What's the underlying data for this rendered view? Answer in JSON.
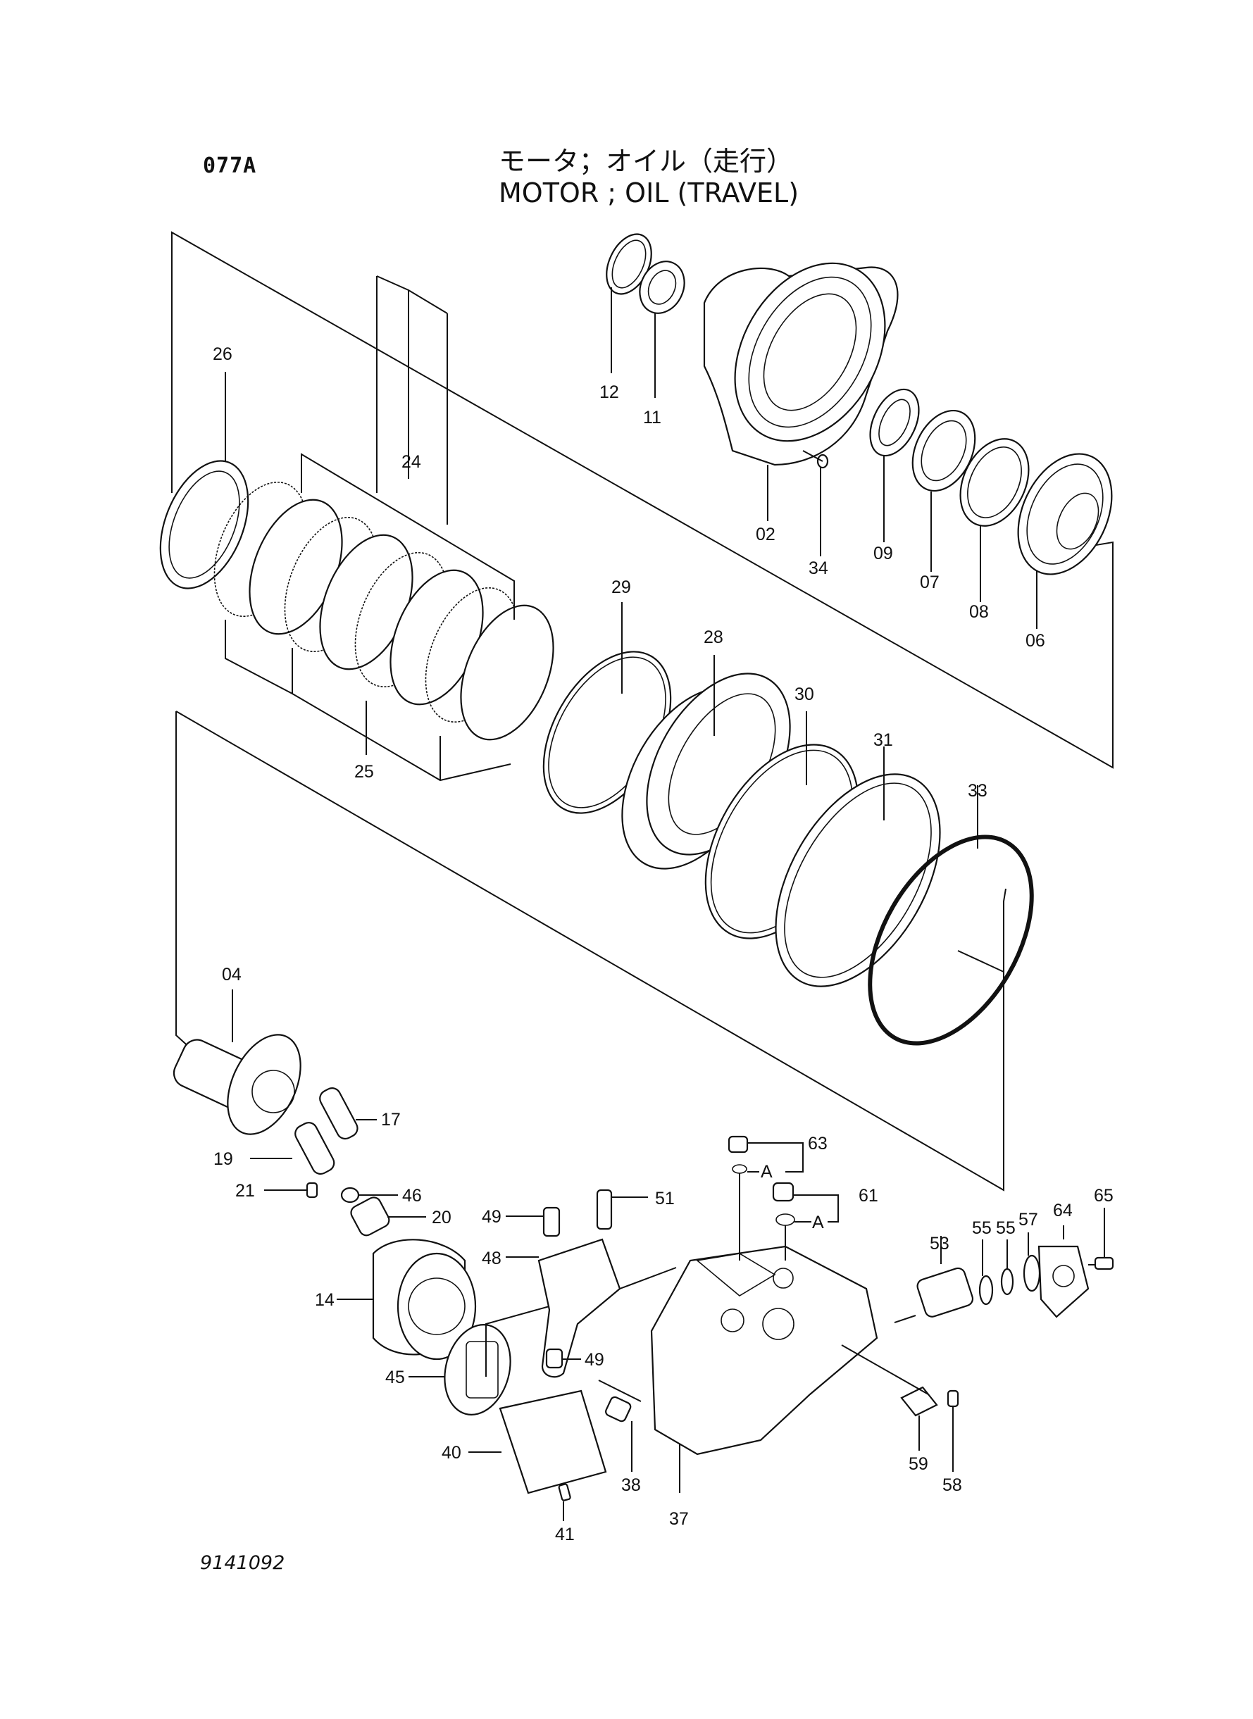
{
  "header": {
    "page_code": "077A",
    "title_jp": "モータ；オイル（走行）",
    "title_en": "MOTOR ; OIL (TRAVEL)"
  },
  "footer": {
    "drawing_number": "9141092"
  },
  "callouts": {
    "p26": "26",
    "p24": "24",
    "p25": "25",
    "p12": "12",
    "p11": "11",
    "p02": "02",
    "p34": "34",
    "p09": "09",
    "p07": "07",
    "p08": "08",
    "p06": "06",
    "p29": "29",
    "p28": "28",
    "p30": "30",
    "p31": "31",
    "p33": "33",
    "p04": "04",
    "p17": "17",
    "p19": "19",
    "p21": "21",
    "p46": "46",
    "p20": "20",
    "p14": "14",
    "p45": "45",
    "p40": "40",
    "p41": "41",
    "p49a": "49",
    "p48": "48",
    "p51": "51",
    "p49b": "49",
    "p38": "38",
    "p37": "37",
    "p63": "63",
    "p61": "61",
    "pA1": "A",
    "pA2": "A",
    "p53": "53",
    "p55a": "55",
    "p55b": "55",
    "p57": "57",
    "p64": "64",
    "p65": "65",
    "p59": "59",
    "p58": "58"
  },
  "colors": {
    "ink": "#111111",
    "paper": "#ffffff"
  }
}
